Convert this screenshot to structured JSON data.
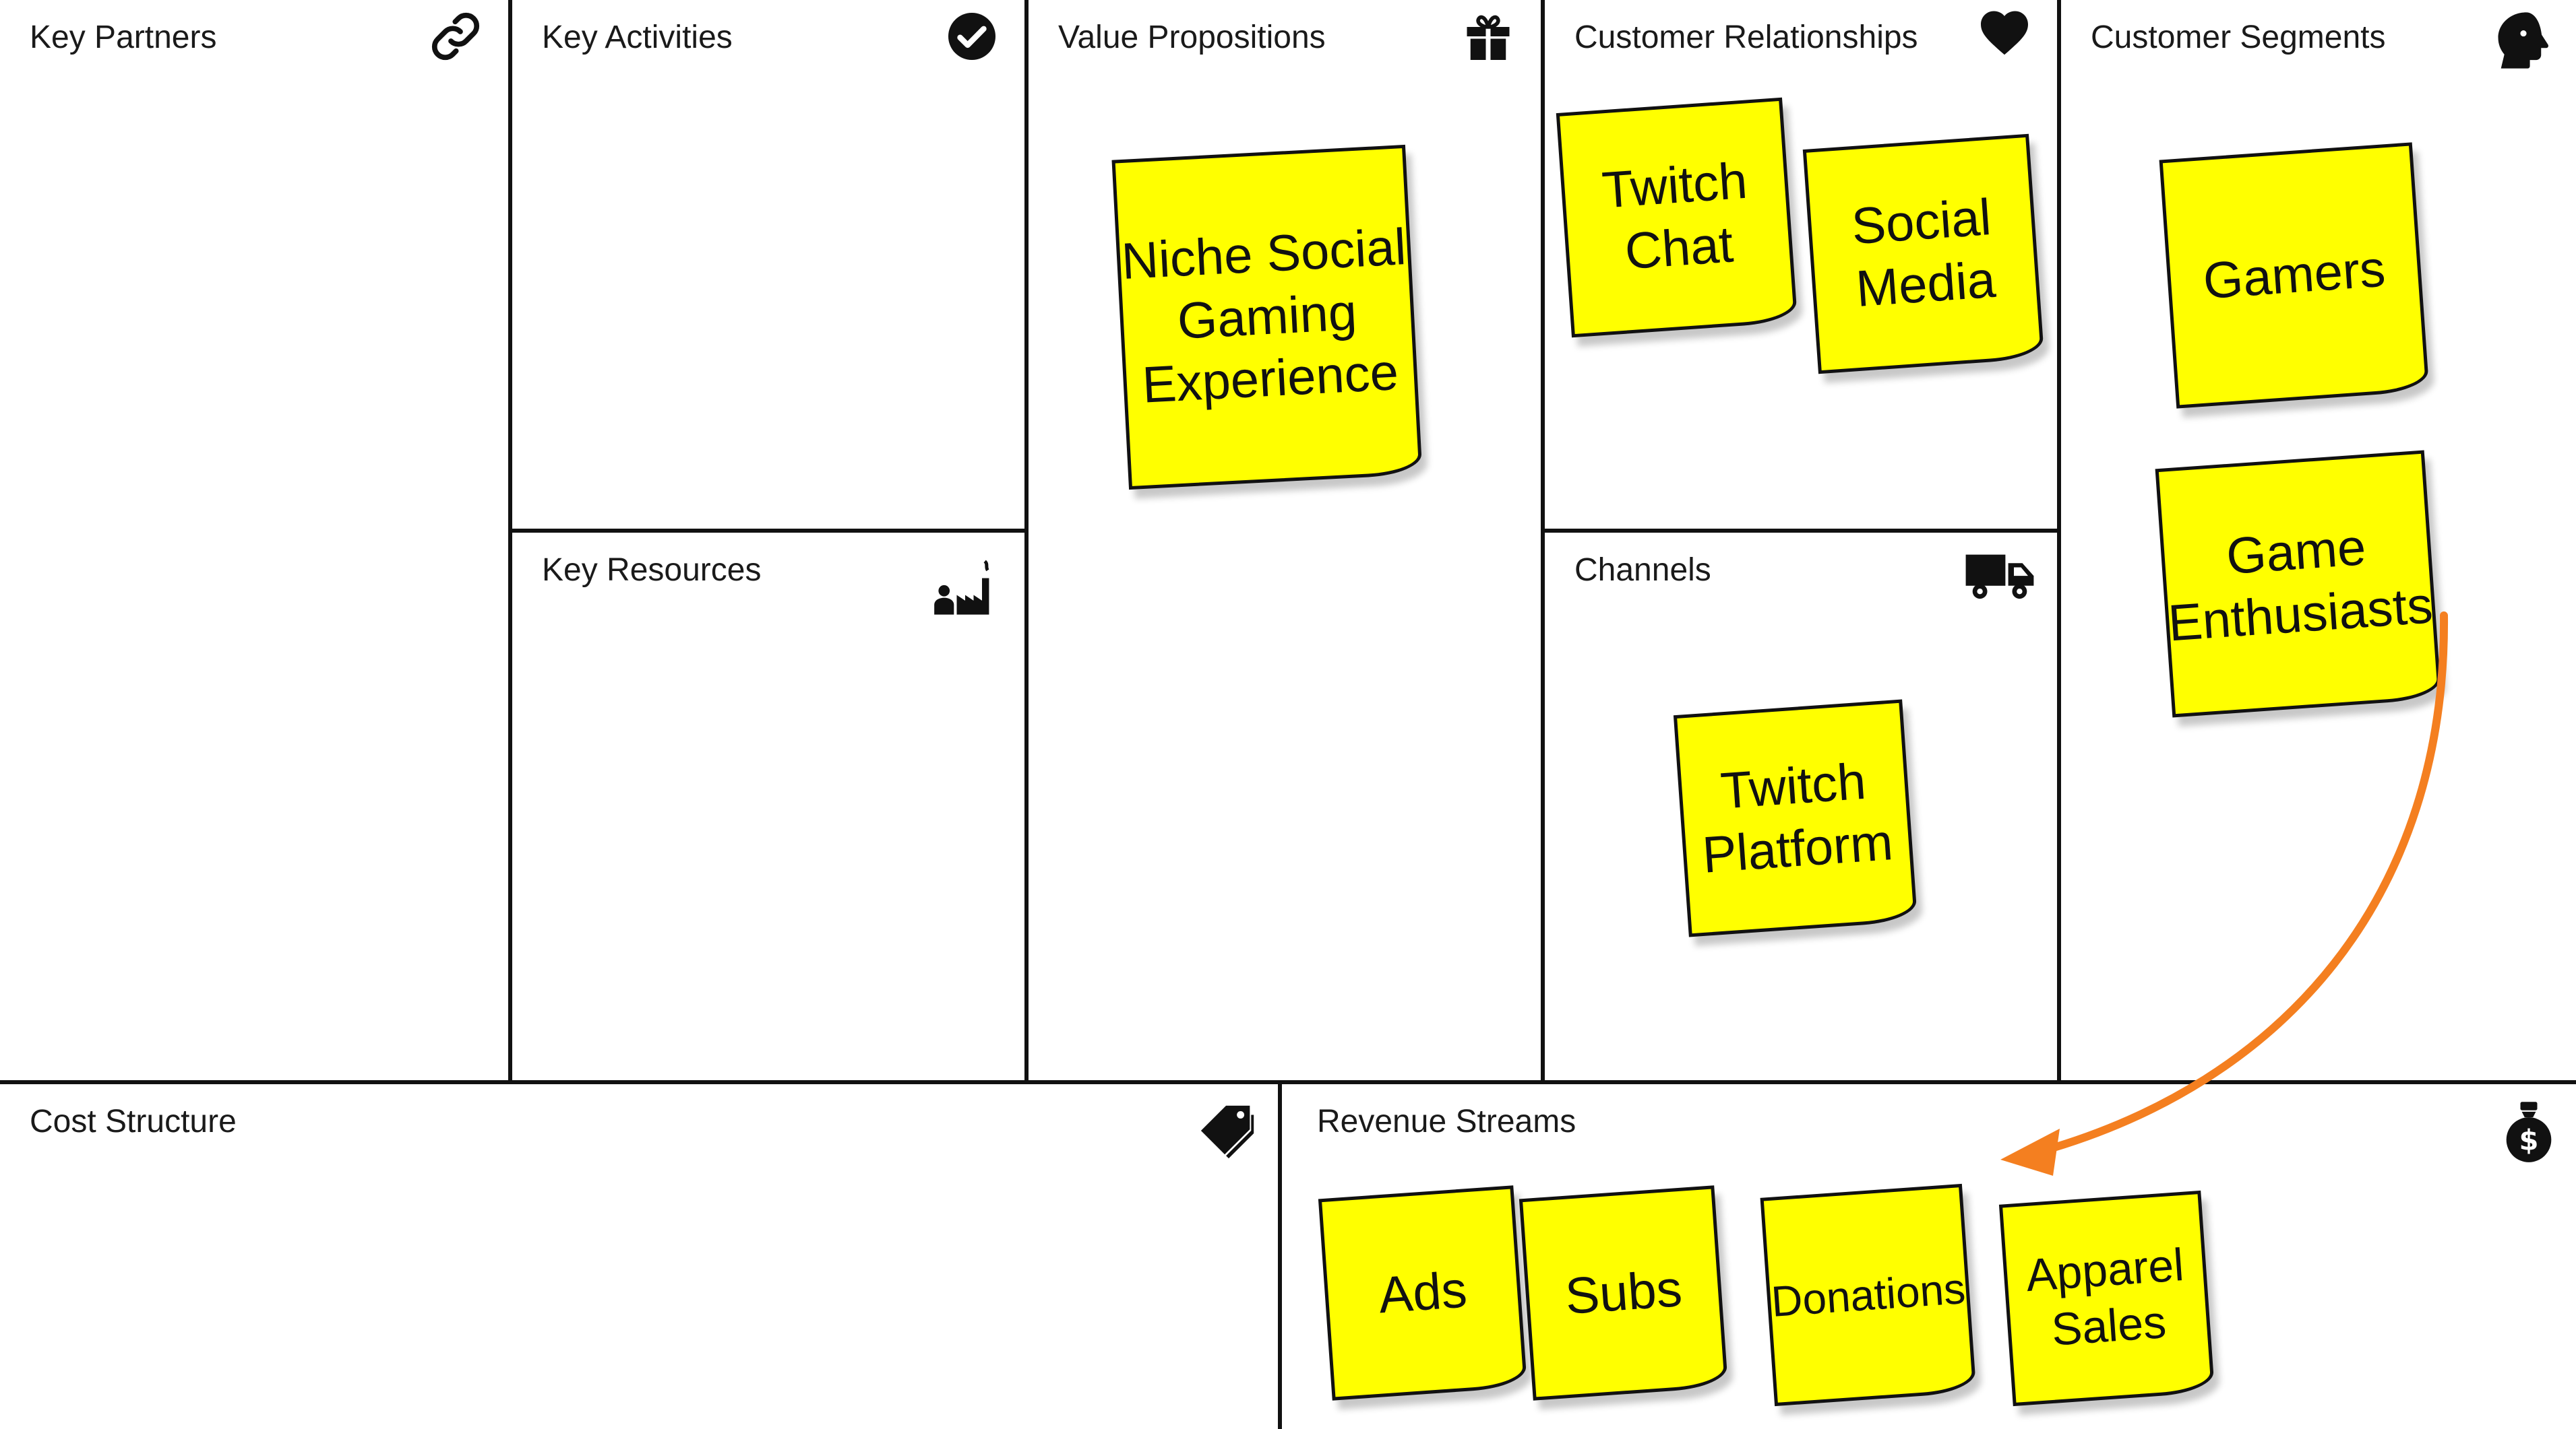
{
  "blocks": {
    "key_partners": "Key Partners",
    "key_activities": "Key Activities",
    "key_resources": "Key Resources",
    "value_propositions": "Value Propositions",
    "customer_relationships": "Customer Relationships",
    "channels": "Channels",
    "customer_segments": "Customer Segments",
    "cost_structure": "Cost Structure",
    "revenue_streams": "Revenue Streams"
  },
  "icons": {
    "key_partners": "link-icon",
    "key_activities": "check-circle-icon",
    "key_resources": "factory-worker-icon",
    "value_propositions": "gift-icon",
    "customer_relationships": "heart-icon",
    "channels": "truck-icon",
    "customer_segments": "face-profile-icon",
    "cost_structure": "price-tag-icon",
    "revenue_streams": "money-bag-icon"
  },
  "notes": {
    "value_propositions": [
      "Niche Social\nGaming\nExperience"
    ],
    "customer_relationships": [
      "Twitch\nChat",
      "Social\nMedia"
    ],
    "channels": [
      "Twitch\nPlatform"
    ],
    "customer_segments": [
      "Gamers",
      "Game\nEnthusiasts"
    ],
    "revenue_streams": [
      "Ads",
      "Subs",
      "Donations",
      "Apparel\nSales"
    ]
  },
  "colors": {
    "sticky": "#ffff00",
    "arrow": "#f47f20",
    "grid": "#111111"
  }
}
